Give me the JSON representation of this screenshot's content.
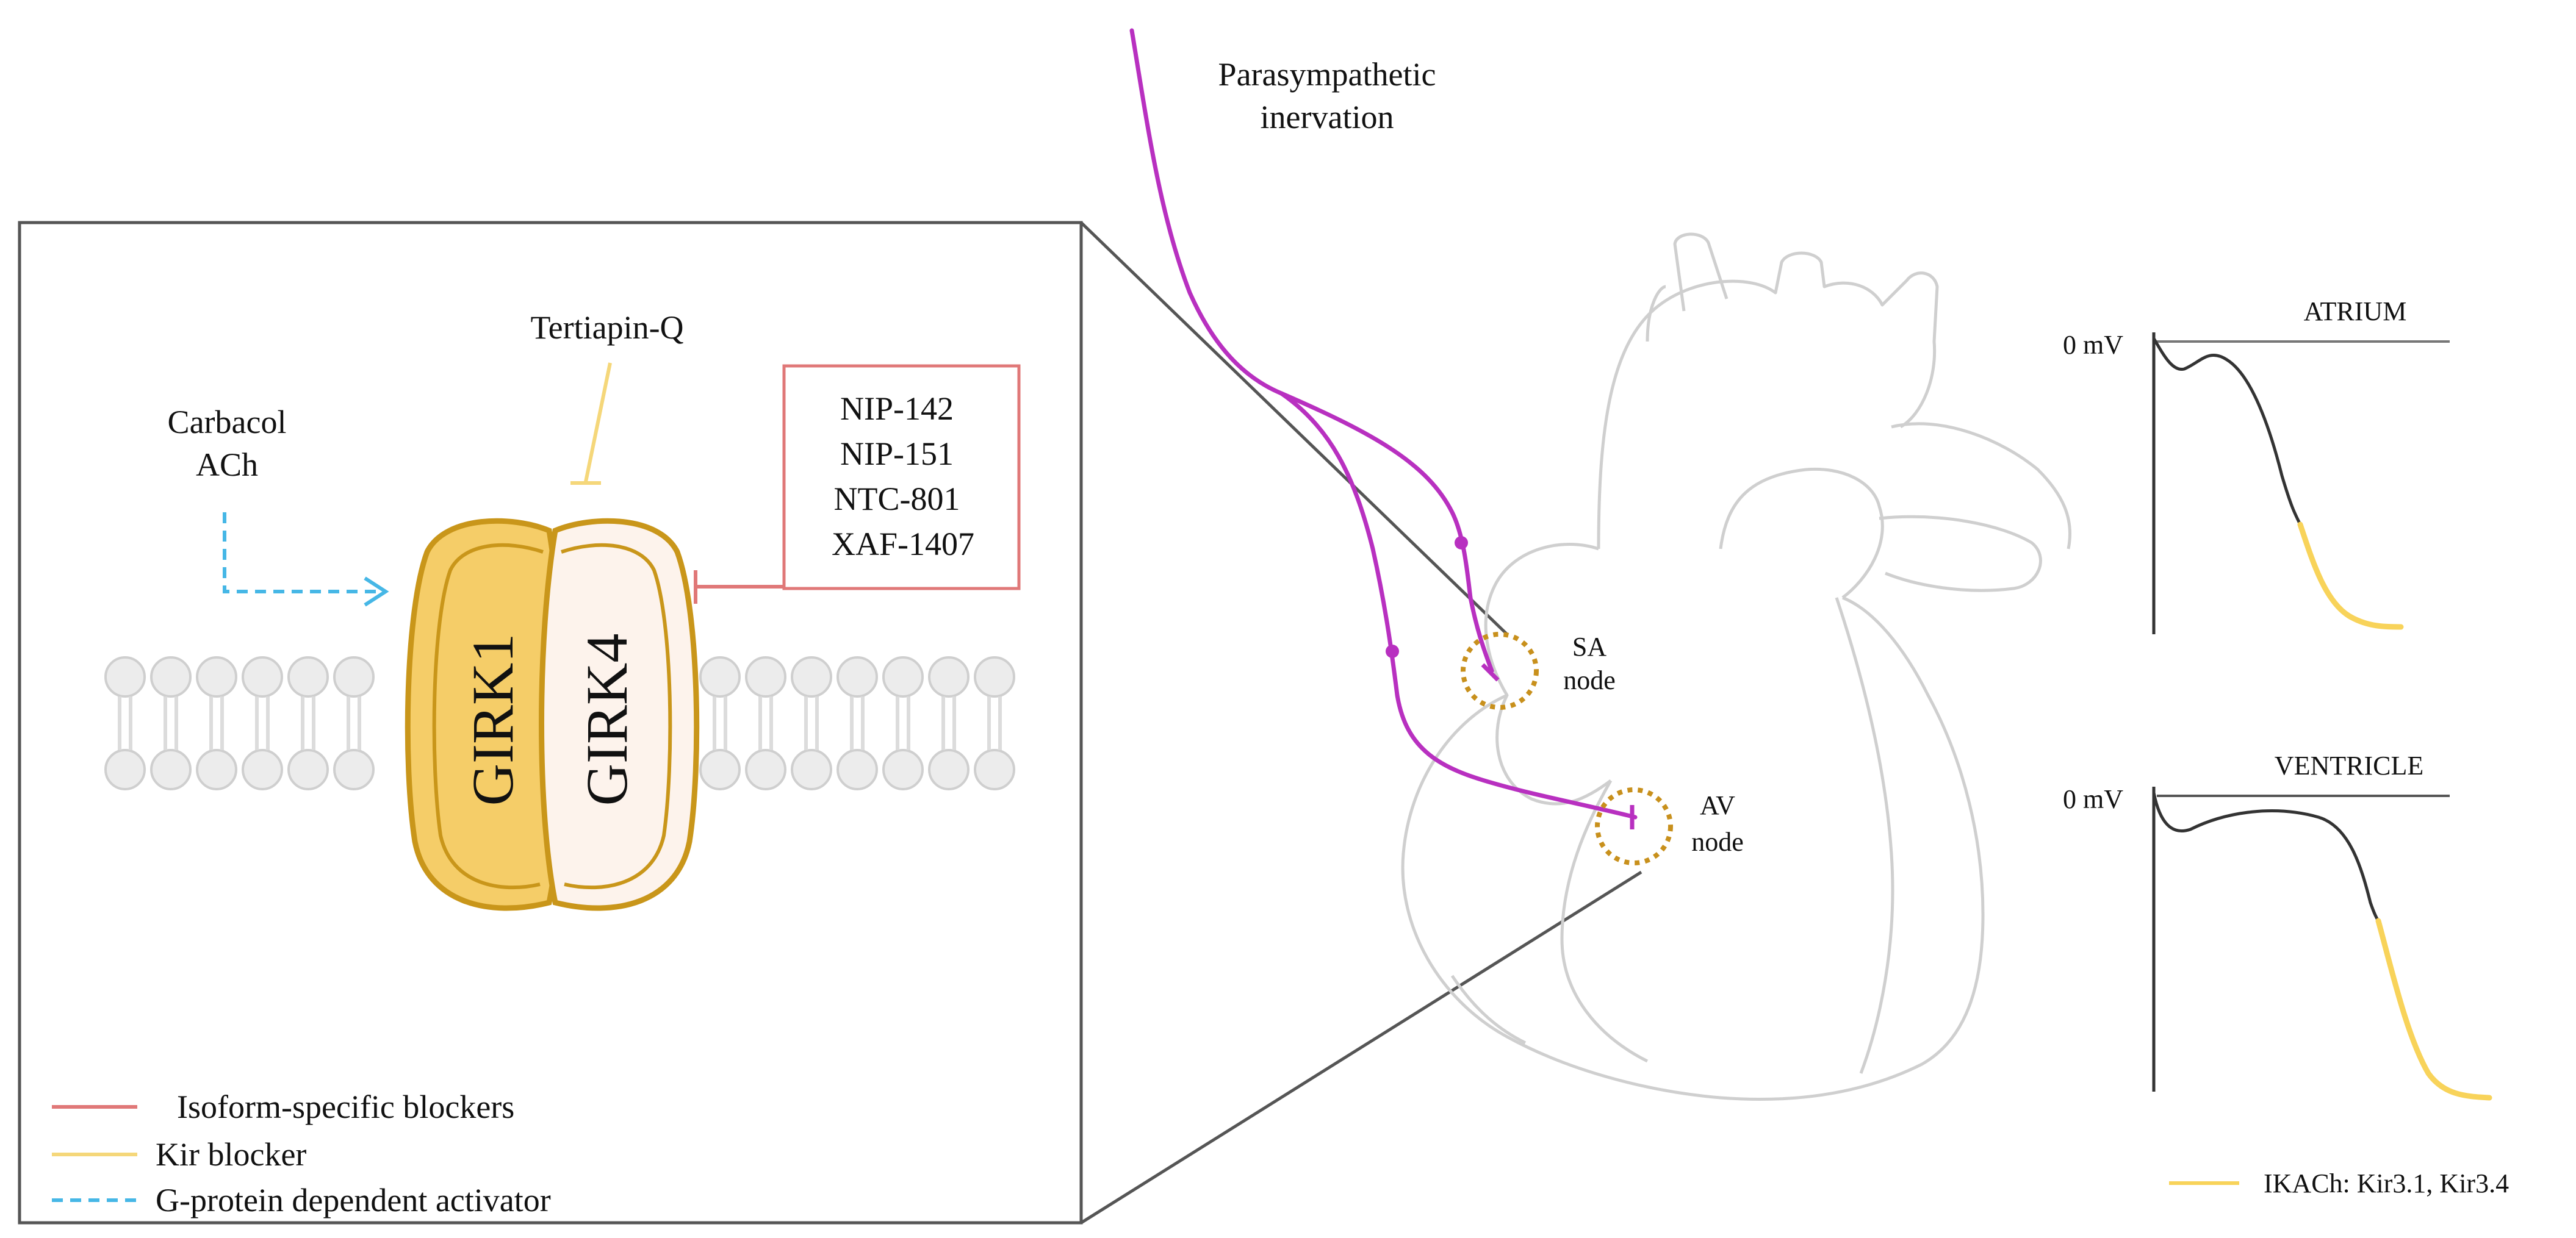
{
  "labels": {
    "parasympathetic_line1": "Parasympathetic",
    "parasympathetic_line2": "inervation",
    "tertiapin": "Tertiapin-Q",
    "carbacol": "Carbacol",
    "ach": "ACh",
    "blockers": [
      "NIP-142",
      "NIP-151",
      "NTC-801",
      "XAF-1407"
    ],
    "girk1": "GIRK1",
    "girk4": "GIRK4",
    "sa_node_line1": "SA",
    "sa_node_line2": "node",
    "av_node_line1": "AV",
    "av_node_line2": "node",
    "atrium": "ATRIUM",
    "ventricle": "VENTRICLE",
    "zero_mv_atrium": "0 mV",
    "zero_mv_ventricle": "0 mV",
    "ikach_legend": "IKACh: Kir3.1, Kir3.4"
  },
  "legend": [
    {
      "label": "Isoform-specific blockers",
      "style": "solid",
      "color": "#e07878"
    },
    {
      "label": "Kir blocker",
      "style": "solid",
      "color": "#f5d77a"
    },
    {
      "label": "G-protein dependent activator",
      "style": "dashed",
      "color": "#46b7e6"
    }
  ],
  "colors": {
    "nerve": "#b830c0",
    "node_ring": "#c8901c",
    "girk1_fill": "#f5cd68",
    "girk1_stroke": "#c9961a",
    "girk4_fill": "#fdf3ec",
    "membrane": "#dcdcdc",
    "heart_outline": "#cfcfcf",
    "ikach": "#f8d35a",
    "blocker_red": "#e07878",
    "activator_blue": "#46b7e6"
  }
}
